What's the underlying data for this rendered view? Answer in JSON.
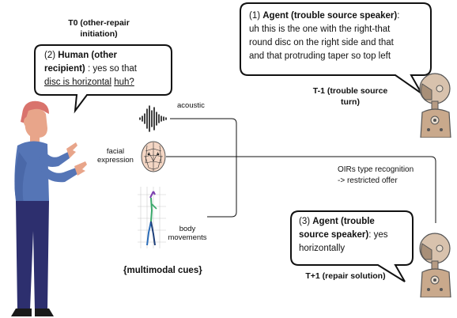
{
  "t0": {
    "label_line1": "T0 (other-repair",
    "label_line2": "initiation)"
  },
  "human_bubble": {
    "num": "(2) ",
    "role_line1": "Human (other",
    "role_line2": "recipient)",
    "after_role": " : yes so that",
    "underlined1": "disc is horizontal",
    "space": " ",
    "underlined2": "huh?"
  },
  "agent_bubble_1": {
    "num": "(1) ",
    "role": "Agent (trouble source speaker)",
    "colon": ":",
    "line2": "uh this is the one with the right-that",
    "line3": "round disc on the right side and that",
    "line4": "and that protruding taper so top left"
  },
  "t_minus_1": {
    "label_line1": "T-1 (trouble source",
    "label_line2": "turn)"
  },
  "cues": {
    "acoustic": "acoustic",
    "facial_line1": "facial",
    "facial_line2": "expression",
    "body_line1": "body",
    "body_line2": "movements",
    "title": "{multimodal cues}"
  },
  "recognition": {
    "line1": "OIRs type recognition",
    "line2": "-> restricted offer"
  },
  "agent_bubble_3": {
    "num": "(3) ",
    "role_line1": "Agent (trouble",
    "role_line2": "source speaker)",
    "after_role": ": yes",
    "line3": "horizontally"
  },
  "t_plus_1": {
    "label": "T+1 (repair solution)"
  },
  "colors": {
    "skin": "#e8a58a",
    "hair": "#d9736c",
    "shirt": "#5575b6",
    "trousers": "#2d2f6e",
    "robot_metal": "#c9a98c",
    "line": "#111111"
  }
}
